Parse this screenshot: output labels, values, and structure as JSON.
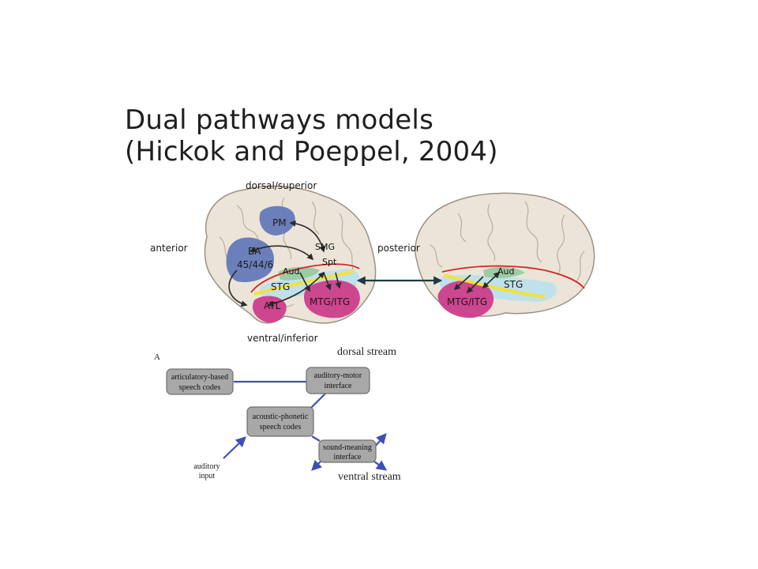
{
  "title": {
    "line1": "Dual pathways models",
    "line2": "(Hickok and Poeppel, 2004)"
  },
  "brain": {
    "directions": {
      "top": "dorsal/superior",
      "bottom": "ventral/inferior",
      "left": "anterior",
      "right": "posterior"
    },
    "left_regions": {
      "pm": "PM",
      "ba_line1": "BA",
      "ba_line2": "45/44/6",
      "smg": "SMG",
      "spt": "Spt",
      "aud": "Aud",
      "stg": "STG",
      "atl": "ATL",
      "mtg": "MTG/ITG"
    },
    "right_regions": {
      "aud": "Aud",
      "stg": "STG",
      "mtg": "MTG/ITG"
    }
  },
  "flow": {
    "panel_label": "A",
    "dorsal_stream": "dorsal stream",
    "ventral_stream": "ventral stream",
    "auditory_input_line1": "auditory",
    "auditory_input_line2": "input",
    "boxes": {
      "articulatory_line1": "articulatory-based",
      "articulatory_line2": "speech codes",
      "auditory_motor_line1": "auditory-motor",
      "auditory_motor_line2": "interface",
      "acoustic_line1": "acoustic-phonetic",
      "acoustic_line2": "speech codes",
      "sound_meaning_line1": "sound-meaning",
      "sound_meaning_line2": "interface"
    }
  },
  "colors": {
    "frontal_blue": "#5d74b8",
    "temporal_magenta": "#cc3d8b",
    "stg_light_blue": "#bfe1ec",
    "aud_green": "#9ccca3",
    "sylvian_yellow": "#f2e23a",
    "red_outline": "#cc2a2a",
    "stream_blue": "#3f4fb8",
    "box_gray": "#a8a8a8"
  }
}
